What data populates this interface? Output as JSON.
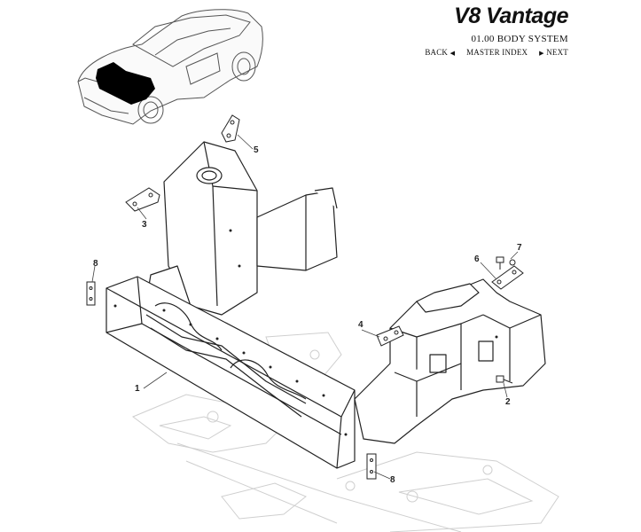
{
  "header": {
    "title": "V8 Vantage",
    "section": "01.00 BODY SYSTEM"
  },
  "nav": {
    "back": "BACK",
    "master_index": "MASTER INDEX",
    "next": "NEXT"
  },
  "callouts": [
    "1",
    "2",
    "3",
    "4",
    "5",
    "6",
    "7",
    "8",
    "8"
  ]
}
